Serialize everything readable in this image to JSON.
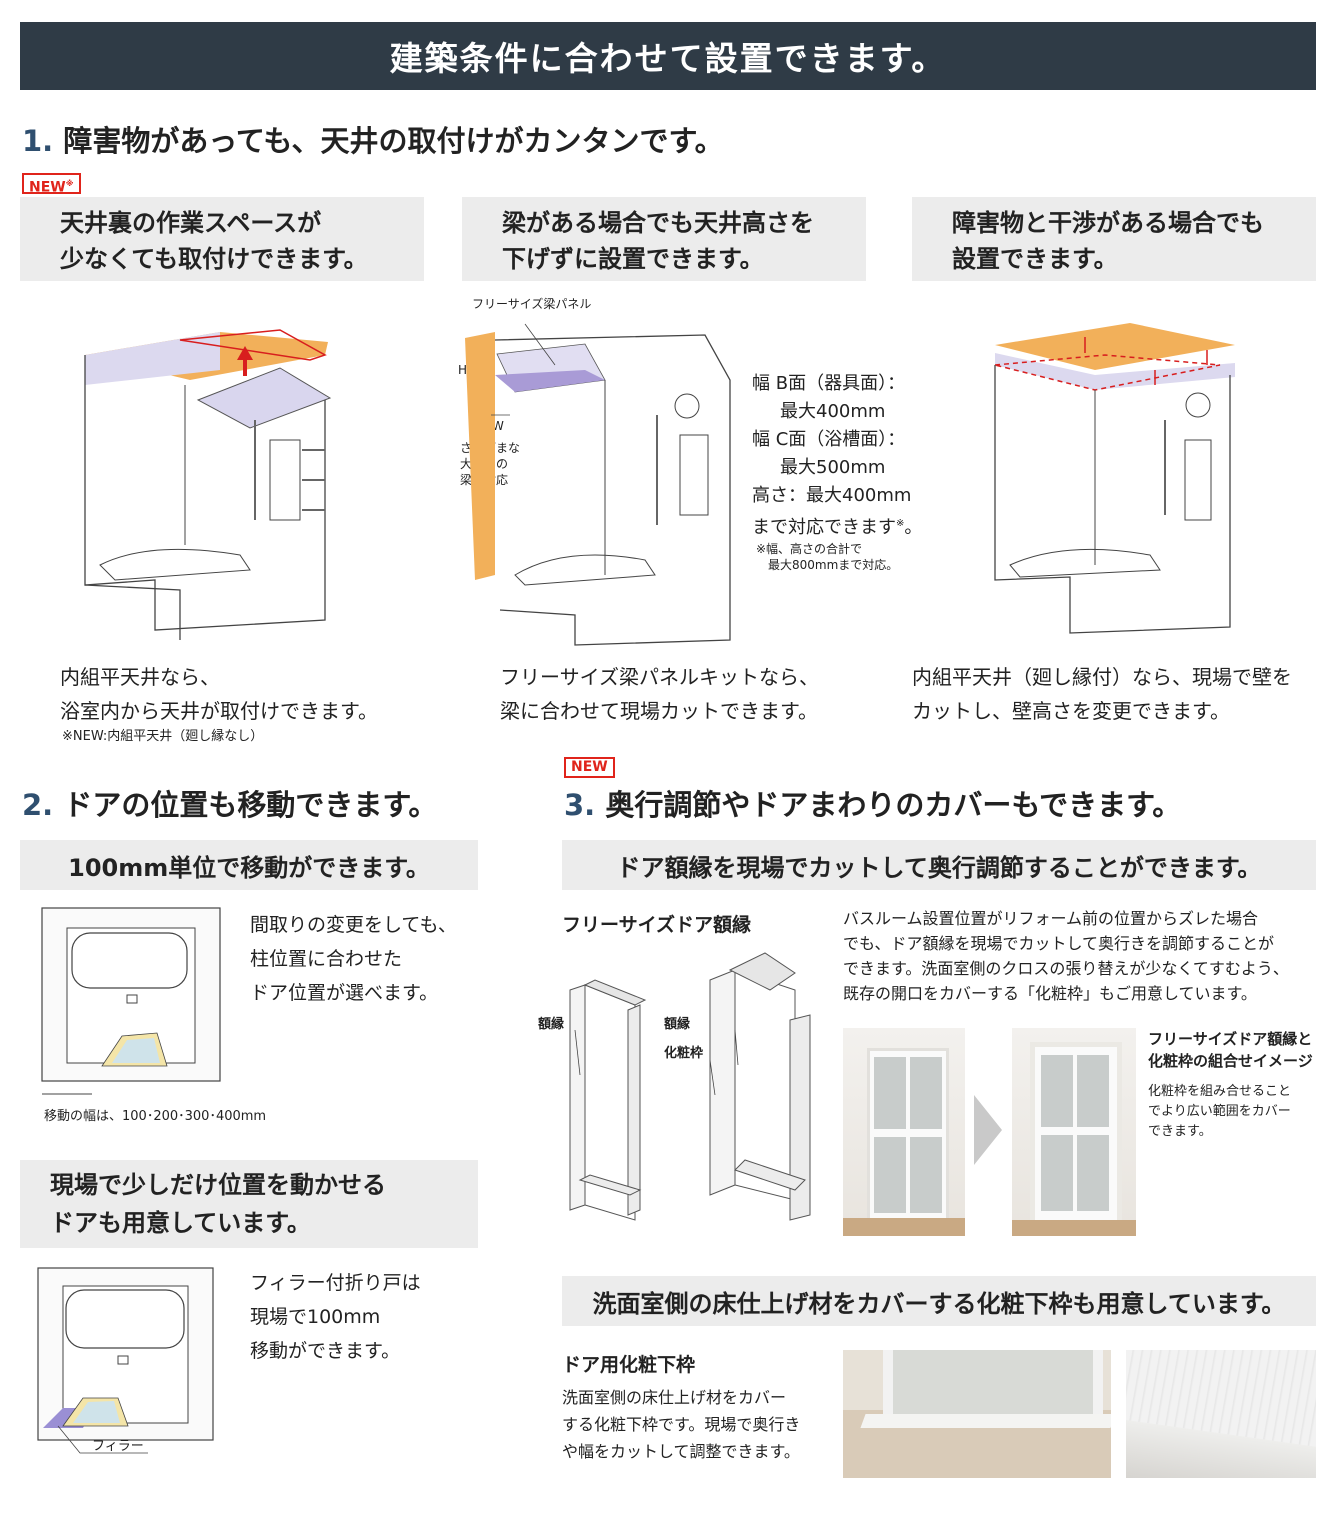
{
  "banner": {
    "title": "建築条件に合わせて設置できます。"
  },
  "section1": {
    "num": "1.",
    "title": "障害物があっても、天井の取付けがカンタンです。",
    "badge": "NEW",
    "badge_mark": "※",
    "col1": {
      "head1": "天井裏の作業スペースが",
      "head2": "少なくても取付けできます。",
      "cap1": "内組平天井なら、",
      "cap2": "浴室内から天井が取付けできます。",
      "note": "※NEW:内組平天井（廻し縁なし）"
    },
    "col2": {
      "head1": "梁がある場合でも天井高さを",
      "head2": "下げずに設置できます。",
      "panel_label": "フリーサイズ梁パネル",
      "h_label": "H",
      "w_label": "W",
      "beam1": "さまざまな",
      "beam2": "大きさの",
      "beam3": "梁に対応",
      "spec1": "幅 B面（器具面）：",
      "spec2": "最大400mm",
      "spec3": "幅 C面（浴槽面）：",
      "spec4": "最大500mm",
      "spec5": "高さ：最大400mm",
      "spec6": "まで対応できます",
      "spec6_mark": "※",
      "spec6_end": "。",
      "specnote1": "※幅、高さの合計で",
      "specnote2": "最大800mmまで対応。",
      "cap1": "フリーサイズ梁パネルキットなら、",
      "cap2": "梁に合わせて現場カットできます。"
    },
    "col3": {
      "head1": "障害物と干渉がある場合でも",
      "head2": "設置できます。",
      "cap1": "内組平天井（廻し縁付）なら、現場で壁を",
      "cap2": "カットし、壁高さを変更できます。"
    }
  },
  "section2": {
    "num": "2.",
    "title": "ドアの位置も移動できます。",
    "box1": "100mm単位で移動ができます。",
    "text1": [
      "間取りの変更をしても、",
      "柱位置に合わせた",
      "ドア位置が選べます。"
    ],
    "move_note": "移動の幅は、100･200･300･400mm",
    "box2_1": "現場で少しだけ位置を動かせる",
    "box2_2": "ドアも用意しています。",
    "text2": [
      "フィラー付折り戸は",
      "現場で100mm",
      "移動ができます。"
    ],
    "filler": "フィラー"
  },
  "section3": {
    "badge": "NEW",
    "num": "3.",
    "title": "奥行調節やドアまわりのカバーもできます。",
    "box1": "ドア額縁を現場でカットして奥行調節することができます。",
    "frame_title": "フリーサイズドア額縁",
    "desc": [
      "バスルーム設置位置がリフォーム前の位置からズレた場合",
      "でも、ドア額縁を現場でカットして奥行きを調節することが",
      "できます。洗面室側のクロスの張り替えが少なくてすむよう、",
      "既存の開口をカバーする「化粧枠」もご用意しています。"
    ],
    "label_frame": "額縁",
    "label_frame2": "額縁",
    "label_cover": "化粧枠",
    "combo_title1": "フリーサイズドア額縁と",
    "combo_title2": "化粧枠の組合せイメージ",
    "combo_text": [
      "化粧枠を組み合せること",
      "でより広い範囲をカバー",
      "できます。"
    ],
    "box2": "洗面室側の床仕上げ材をカバーする化粧下枠も用意しています。",
    "sill_title": "ドア用化粧下枠",
    "sill_text": [
      "洗面室側の床仕上げ材をカバー",
      "する化粧下枠です。現場で奥行き",
      "や幅をカットして調整できます。"
    ]
  },
  "colors": {
    "banner": "#2f3b46",
    "badge": "#e0241b",
    "box": "#ececec",
    "ceiling": "#f2b05a",
    "panel": "#d9d6ee",
    "red": "#d81e1e"
  }
}
